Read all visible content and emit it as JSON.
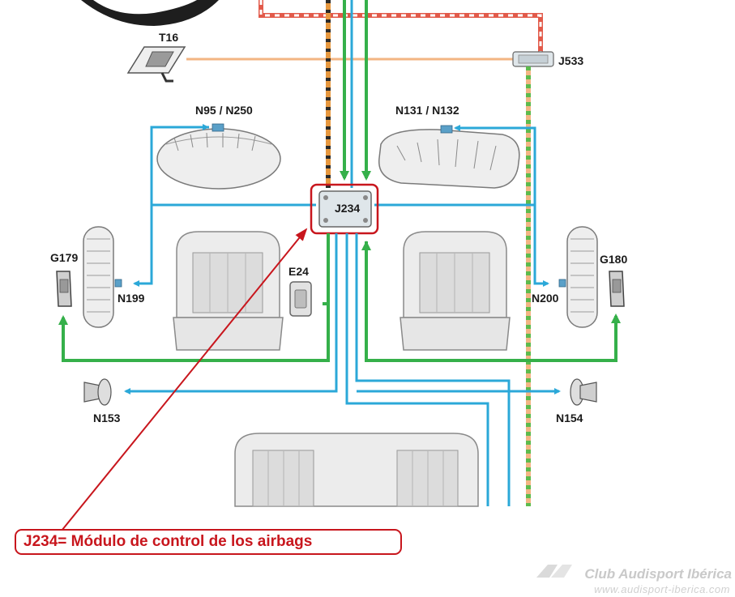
{
  "labels": {
    "t16": "T16",
    "j533": "J533",
    "n95_n250": "N95 / N250",
    "n131_n132": "N131 / N132",
    "j234": "J234",
    "g179": "G179",
    "g180": "G180",
    "e24": "E24",
    "n199": "N199",
    "n200": "N200",
    "n153": "N153",
    "n154": "N154"
  },
  "annotation": "J234= Módulo de control de los airbags",
  "watermark": {
    "title": "Club Audisport Ibérica",
    "url": "www.audisport-iberica.com"
  },
  "colors": {
    "signal_blue": "#2ba8d8",
    "input_green": "#35b04a",
    "can_orange": "#f3b583",
    "annotation_red": "#c8161d"
  }
}
